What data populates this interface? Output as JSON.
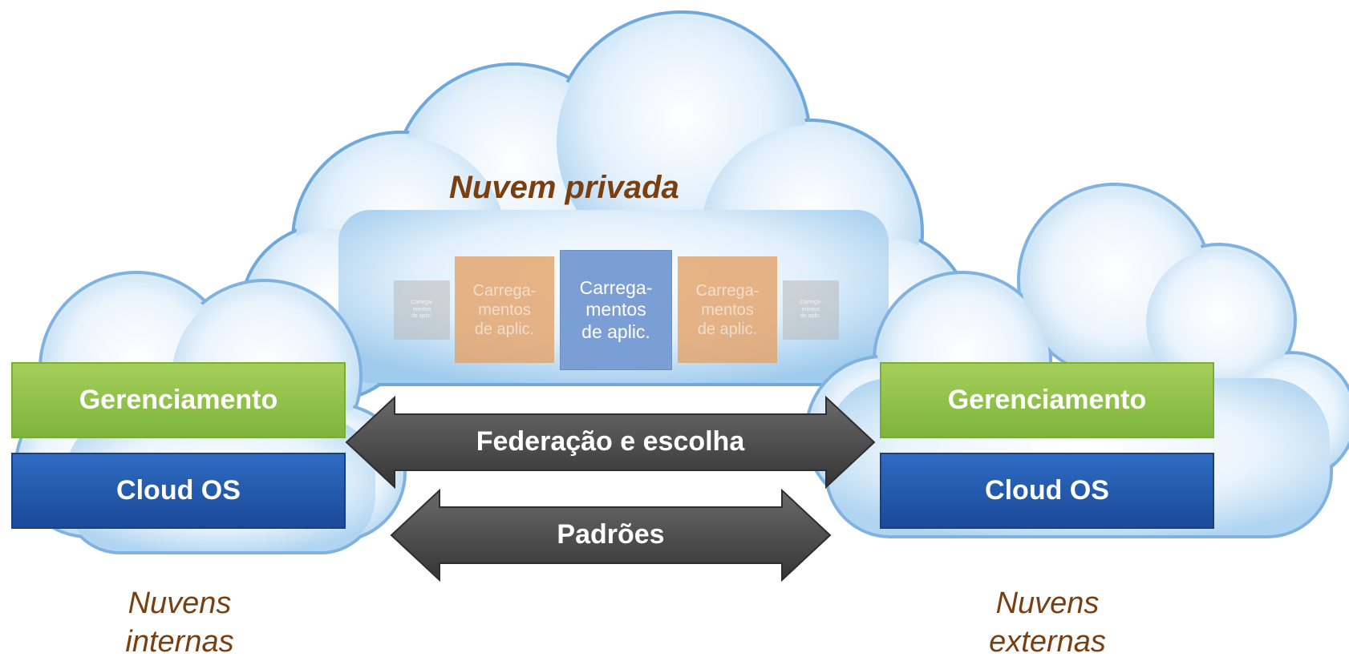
{
  "title": "Nuvem privada",
  "workloads": [
    {
      "label": "Carrega-\nmentos\nde aplic.",
      "style": "faint"
    },
    {
      "label": "Carrega-\nmentos\nde aplic.",
      "style": "orange"
    },
    {
      "label": "Carrega-\nmentos\nde aplic.",
      "style": "blue"
    },
    {
      "label": "Carrega-\nmentos\nde aplic.",
      "style": "orange"
    },
    {
      "label": "Carrega-\nmentos\nde aplic.",
      "style": "faint"
    }
  ],
  "left_stack": {
    "management": "Gerenciamento",
    "os": "Cloud OS"
  },
  "right_stack": {
    "management": "Gerenciamento",
    "os": "Cloud OS"
  },
  "arrows": {
    "top": "Federação e escolha",
    "bottom": "Padrões"
  },
  "captions": {
    "left": "Nuvens\ninternas",
    "right": "Nuvens\nexternas"
  },
  "colors": {
    "title": "#7a3f10",
    "management": "#8cc043",
    "cloud_os": "#1f56a8",
    "arrow": "#4a4a4a",
    "cloud": "#cfe5f7"
  }
}
